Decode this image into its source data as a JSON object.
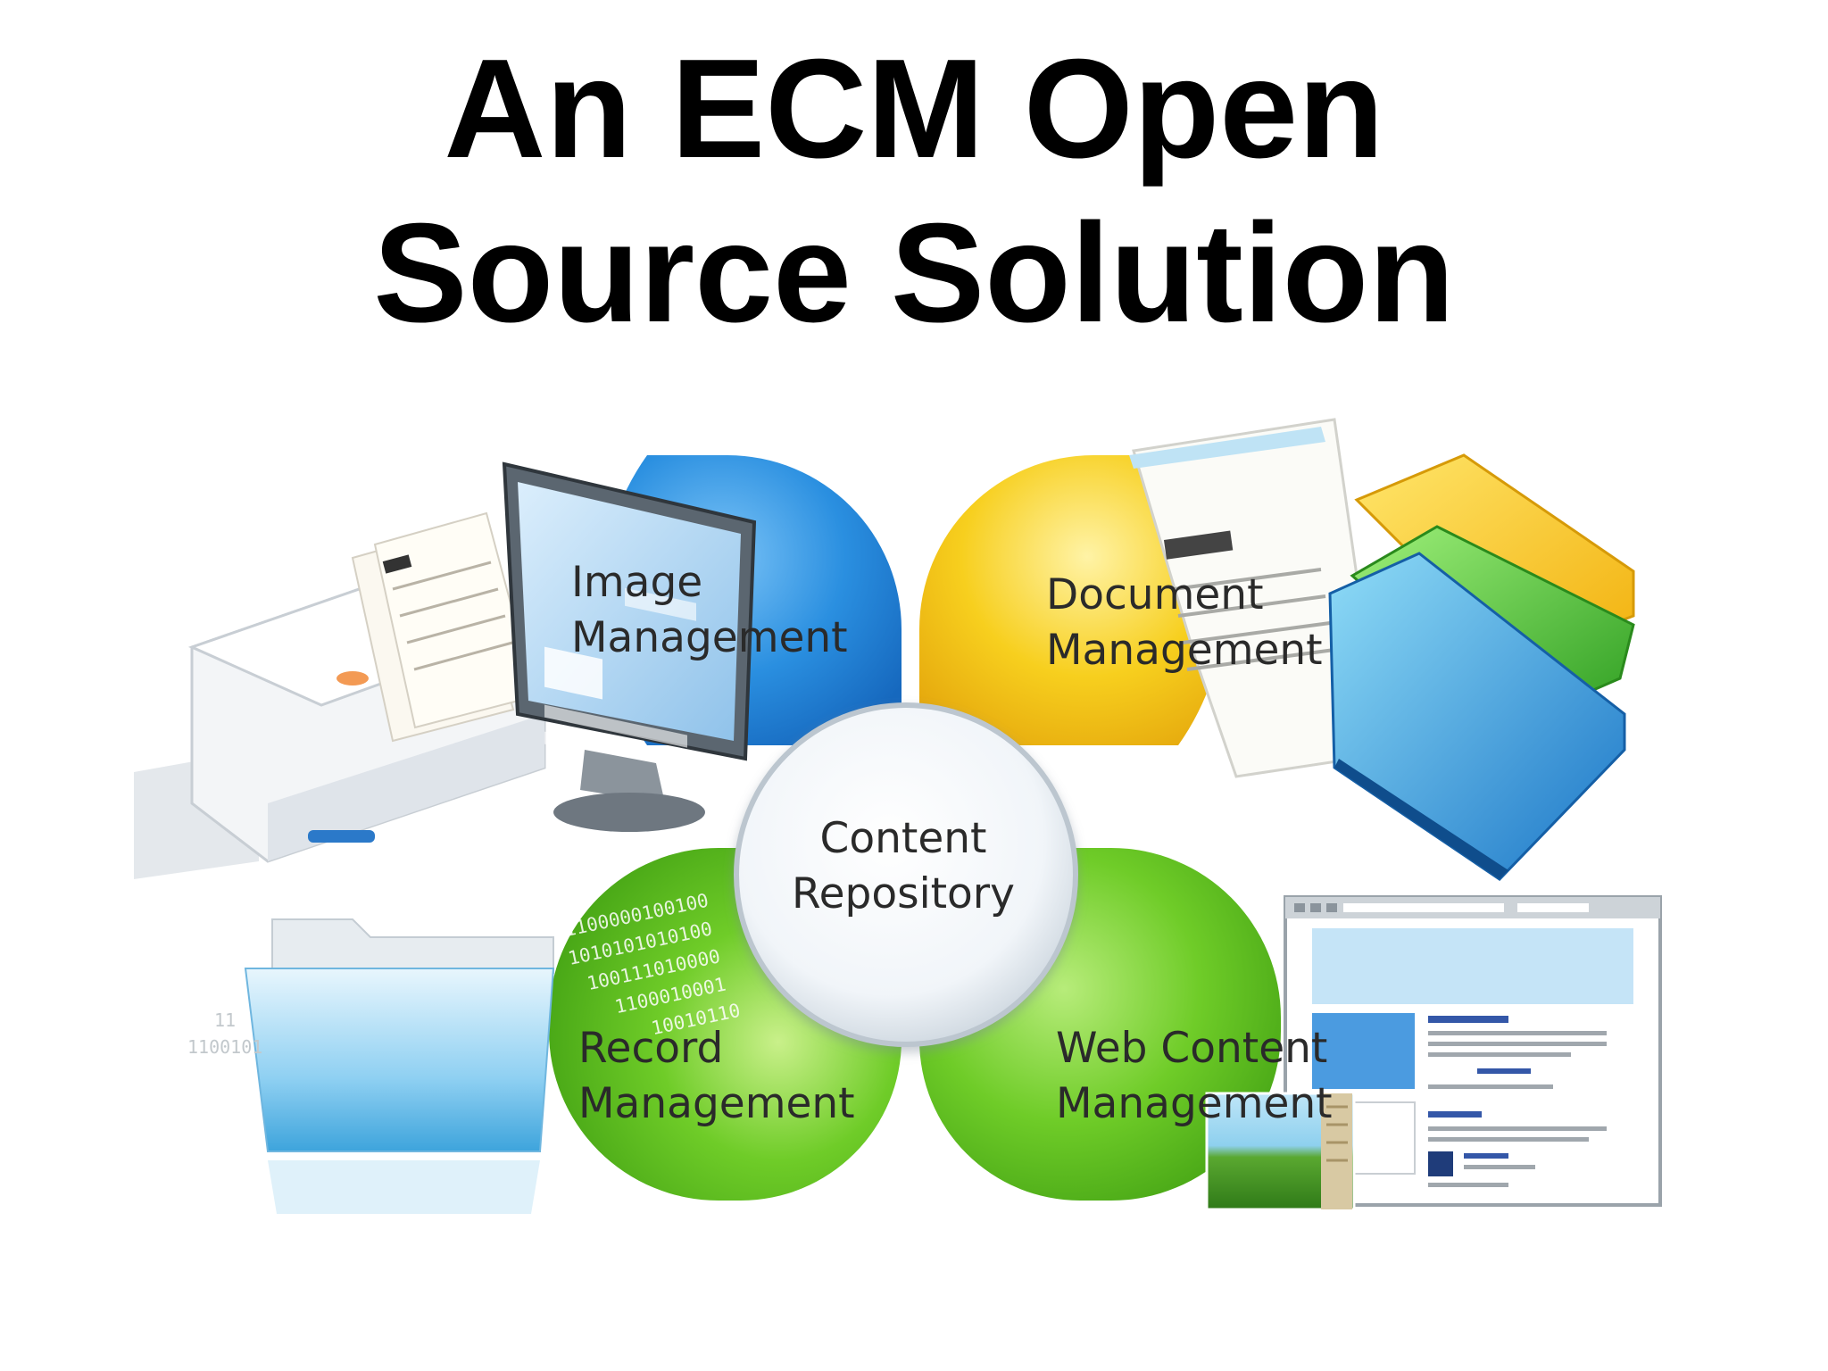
{
  "title": {
    "line1": "An ECM Open",
    "line2": "Source Solution"
  },
  "hub": {
    "label_line1": "Content",
    "label_line2": "Repository"
  },
  "petals": [
    {
      "line1": "Image",
      "line2": "Management",
      "color": "#2a8fe0"
    },
    {
      "line1": "Document",
      "line2": "Management",
      "color": "#f2c21a"
    },
    {
      "line1": "Record",
      "line2": "Management",
      "color": "#5cc21d"
    },
    {
      "line1": "Web Content",
      "line2": "Management",
      "color": "#6fcc28"
    }
  ],
  "binary_code": [
    "11100000100100",
    "1010101010100",
    "100111010000",
    "1100010001",
    "10010110"
  ],
  "icons": [
    "scanner-icon",
    "computer-monitor-icon",
    "paper-document-icon",
    "binder-folders-icon",
    "file-folder-icon",
    "web-browser-window-icon"
  ]
}
